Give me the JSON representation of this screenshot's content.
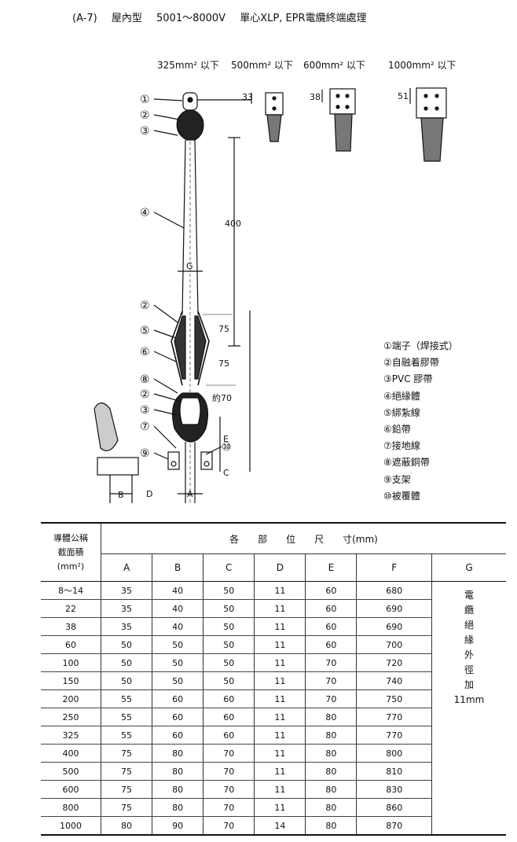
{
  "header": {
    "code": "(A-7)",
    "kind": "屋內型",
    "voltage": "5001～8000V",
    "desc": "單心XLP, EPR電纜終端處理"
  },
  "lugs": [
    {
      "label": "325mm² 以下",
      "dim": "33"
    },
    {
      "label": "500mm² 以下",
      "dim": ""
    },
    {
      "label": "600mm² 以下",
      "dim": "38"
    },
    {
      "label": "1000mm² 以下",
      "dim": "51"
    }
  ],
  "drawing": {
    "dims": {
      "d400": "400",
      "d75a": "75",
      "d75b": "75",
      "d70": "約70",
      "G": "G",
      "E": "E",
      "C": "C",
      "A": "A",
      "B": "B",
      "D": "D"
    },
    "callouts": [
      "①",
      "②",
      "③",
      "④",
      "②",
      "⑤",
      "⑥",
      "⑧",
      "②",
      "③",
      "⑦",
      "⑨",
      "⑩"
    ]
  },
  "legend": [
    "①端子（焊接式）",
    "②自融着膠帶",
    "③PVC 膠帶",
    "④絕緣體",
    "⑤綁紮線",
    "⑥鉛帶",
    "⑦接地線",
    "⑧遮蔽銅帶",
    "⑨支架",
    "⑩被覆體"
  ],
  "table": {
    "col0_header": [
      "導體公稱",
      "截面積",
      "(mm²)"
    ],
    "span_header": "各　　部　　位　　尺　　寸(mm)",
    "columns": [
      "A",
      "B",
      "C",
      "D",
      "E",
      "F",
      "G"
    ],
    "rows": [
      [
        "8～14",
        "35",
        "40",
        "50",
        "11",
        "60",
        "680"
      ],
      [
        "22",
        "35",
        "40",
        "50",
        "11",
        "60",
        "690"
      ],
      [
        "38",
        "35",
        "40",
        "50",
        "11",
        "60",
        "690"
      ],
      [
        "60",
        "50",
        "50",
        "50",
        "11",
        "60",
        "700"
      ],
      [
        "100",
        "50",
        "50",
        "50",
        "11",
        "70",
        "720"
      ],
      [
        "150",
        "50",
        "50",
        "50",
        "11",
        "70",
        "740"
      ],
      [
        "200",
        "55",
        "60",
        "60",
        "11",
        "70",
        "750"
      ],
      [
        "250",
        "55",
        "60",
        "60",
        "11",
        "80",
        "770"
      ],
      [
        "325",
        "55",
        "60",
        "60",
        "11",
        "80",
        "770"
      ],
      [
        "400",
        "75",
        "80",
        "70",
        "11",
        "80",
        "800"
      ],
      [
        "500",
        "75",
        "80",
        "70",
        "11",
        "80",
        "810"
      ],
      [
        "600",
        "75",
        "80",
        "70",
        "11",
        "80",
        "830"
      ],
      [
        "800",
        "75",
        "80",
        "70",
        "11",
        "80",
        "860"
      ],
      [
        "1000",
        "80",
        "90",
        "70",
        "14",
        "80",
        "870"
      ]
    ],
    "g_note": "電纜絕緣外徑加",
    "g_value": "11mm"
  }
}
